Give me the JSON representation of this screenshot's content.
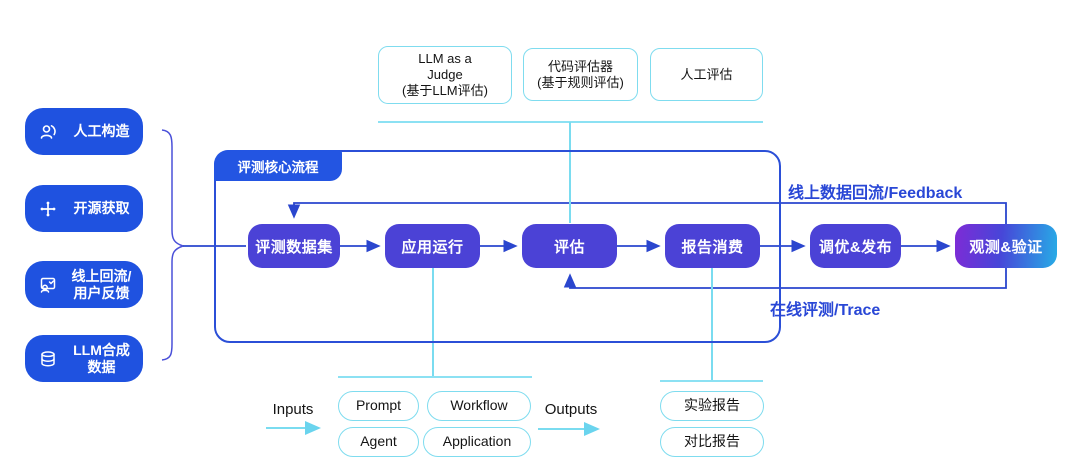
{
  "colors": {
    "pill_blue": "#1F52E0",
    "node_indigo": "#4B42D6",
    "tab_blue": "#2355E2",
    "container_border": "#2B4FD7",
    "line_dark_blue": "#2A46CE",
    "line_cyan": "#84DFF2",
    "label_blue": "#2947D6",
    "gradient_node_left": "#7E2BD6",
    "gradient_node_right": "#27ACE6"
  },
  "sources": {
    "items": [
      {
        "label": "人工构造",
        "icon": "person-icon"
      },
      {
        "label": "开源获取",
        "icon": "plus-icon"
      },
      {
        "label": "线上回流/\n用户反馈",
        "icon": "screen-feedback-icon"
      },
      {
        "label": "LLM合成\n数据",
        "icon": "database-icon"
      }
    ]
  },
  "evaluators": {
    "items": [
      {
        "label": "LLM as a\nJudge\n(基于LLM评估)"
      },
      {
        "label": "代码评估器\n(基于规则评估)"
      },
      {
        "label": "人工评估"
      }
    ]
  },
  "core_flow": {
    "tab_label": "评测核心流程",
    "nodes": [
      {
        "label": "评测数据集"
      },
      {
        "label": "应用运行"
      },
      {
        "label": "评估"
      },
      {
        "label": "报告消费"
      },
      {
        "label": "调优&发布"
      },
      {
        "label": "观测&验证"
      }
    ]
  },
  "annotations": {
    "feedback": "线上数据回流/Feedback",
    "trace": "在线评测/Trace",
    "inputs": "Inputs",
    "outputs": "Outputs"
  },
  "app_types": {
    "items": [
      {
        "label": "Prompt"
      },
      {
        "label": "Workflow"
      },
      {
        "label": "Agent"
      },
      {
        "label": "Application"
      }
    ]
  },
  "reports": {
    "items": [
      {
        "label": "实验报告"
      },
      {
        "label": "对比报告"
      }
    ]
  }
}
